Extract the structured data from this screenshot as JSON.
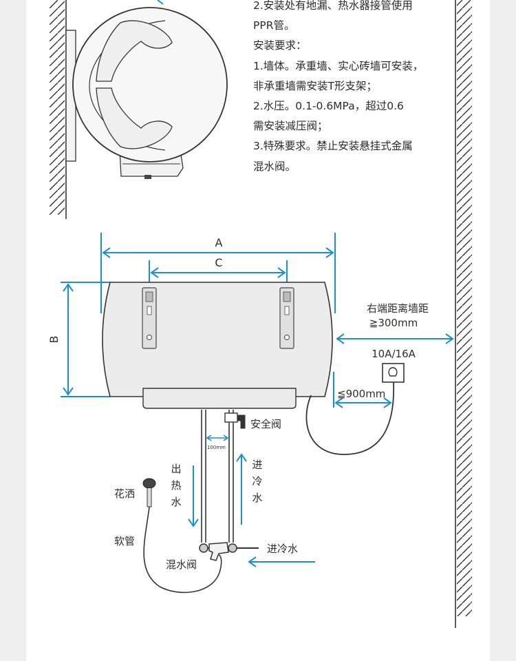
{
  "notes": {
    "lines": [
      "2.安装处有地漏、热水器接管使用",
      "PPR管。",
      "安装要求：",
      "1.墙体。承重墙、实心砖墙可安装，",
      "非承重墙需安装T形支架；",
      "2.水压。0.1-0.6MPa，超过0.6",
      "需安装减压阀；",
      "3.特殊要求。禁止安装悬挂式金属",
      "混水阀。"
    ]
  },
  "dimensions": {
    "a": "A",
    "b": "B",
    "c": "C",
    "right_clearance_line1": "右端距离墙距",
    "right_clearance_line2": "≧300mm",
    "socket_rating": "10A/16A",
    "socket_distance": "≦900mm",
    "pipe_gap": "100mm"
  },
  "labels": {
    "safety_valve": "安全阀",
    "hot_out": [
      "出",
      "热",
      "水"
    ],
    "cold_in": [
      "进",
      "冷",
      "水"
    ],
    "shower": "花洒",
    "hose": "软管",
    "mixing_valve": "混水阀",
    "cold_inlet": "进冷水"
  },
  "colors": {
    "accent": "#1a8fd0",
    "line": "#333333",
    "tank": "#ececec",
    "card": "#ffffff",
    "background": "#efefef"
  }
}
